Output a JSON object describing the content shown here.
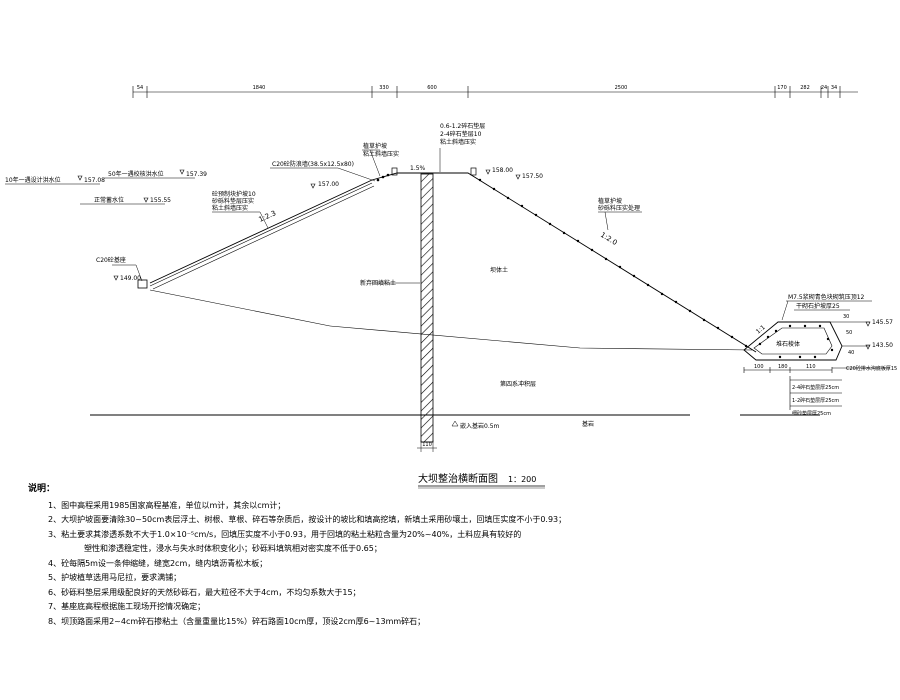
{
  "dimensions": {
    "top": [
      "54",
      "1840",
      "330",
      "600",
      "2500",
      "170",
      "282",
      "24",
      "34"
    ],
    "bottom": [
      "180",
      "110"
    ],
    "wall_thickness": "110"
  },
  "levels": {
    "flood_10yr_label": "10年一遇设计洪水位",
    "flood_10yr_value": "157.08",
    "flood_50yr_label": "50年一遇校核洪水位",
    "flood_50yr_value": "157.39",
    "normal_label": "正常蓄水位",
    "normal_value": "155.55",
    "crest_left": "157.00",
    "crest_right_1": "158.00",
    "crest_right_2": "157.50",
    "toe_left": "149.00",
    "toe_right_1": "145.57",
    "toe_right_2": "143.50"
  },
  "labels": {
    "c20_wall": "C20砼防浪墙",
    "c20_wall_size": "C20砼防浪墙(38.5x12.5x80)",
    "grass_slope": "植草护坡",
    "grass_slope_2": "粘土斜墙压实",
    "crest_road_1": "0.6-1.2碎石垫层",
    "crest_road_2": "2-4碎石垫层10",
    "crest_road_3": "粘土斜墙压实",
    "left_pave_1": "砼预制块护坡10",
    "left_pave_2": "砂砾料垫层压实",
    "left_pave_3": "粘土斜墙压实",
    "slope_left": "1:2.3",
    "slope_right": "1:2.0",
    "slope_toe": "1:1",
    "crest_slope": "1.5%",
    "c20_toe": "C20砼基座",
    "fill_clay": "新弃回填粘土",
    "dam_body": "坝体土",
    "right_grass_1": "植草护坡",
    "right_grass_2": "砂砾料压实处理",
    "m75_1": "M7.5浆砌青色块砌筑压顶12",
    "m75_2": "干砌石护坡厚25",
    "toe_drain": "堆石棱体",
    "c20_drain": "C20砼排水沟底板厚15",
    "dim_30": "30",
    "dim_50": "50",
    "dim_40": "40",
    "dim_100": "100",
    "right_layer_1": "2-4碎石垫层厚25cm",
    "right_layer_2": "1-2碎石垫层厚25cm",
    "right_layer_3": "细砂垫层厚25cm",
    "foundation": "第四系冲积层",
    "embed": "嵌入基岩0.5m",
    "bedrock": "基岩"
  },
  "title": {
    "main": "大坝整治横断面图",
    "scale": "1：200"
  },
  "notes": {
    "heading": "说明：",
    "items": [
      "1、图中高程采用1985国家高程基准，单位以m计，其余以cm计；",
      "2、大坝护坡面要清除30~50cm表层浮土、树根、草根、碎石等杂质后，按设计的坡比和填高挖填，新填土采用砂壤土，回填压实度不小于0.93；",
      "3、粘土要求其渗透系数不大于1.0×10⁻⁵cm/s，回填压实度不小于0.93，用于回填的粘土粘粒含量为20%~40%，土料应具有较好的",
      "塑性和渗透稳定性，浸水与失水时体积变化小；砂砾料填筑相对密实度不低于0.65；",
      "4、砼每隔5m设一条伸缩缝，缝宽2cm，缝内填沥青松木板；",
      "5、护坡植草选用马尼拉，要求满铺；",
      "6、砂砾料垫层采用级配良好的天然砂砾石，最大粒径不大于4cm，不均匀系数大于15；",
      "7、基座底高程根据施工现场开挖情况确定；",
      "8、坝顶路面采用2~4cm碎石掺粘土（含量重量比15%）碎石路面10cm厚，顶设2cm厚6~13mm碎石；"
    ]
  }
}
